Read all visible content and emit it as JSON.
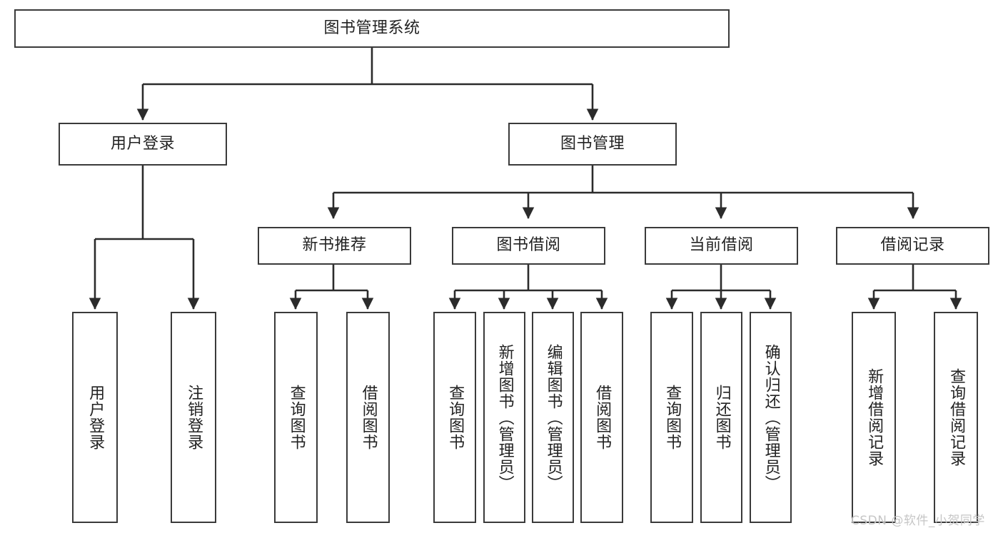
{
  "diagram": {
    "title": "图书管理系统",
    "type": "tree",
    "orientation": "top-down",
    "colors": {
      "background": "#ffffff",
      "box_border": "#3a3a3a",
      "box_fill": "#ffffff",
      "edge": "#2b2b2b",
      "text": "#222222",
      "watermark": "#c6c6c6"
    }
  },
  "nodes": {
    "root": {
      "label": "图书管理系统",
      "level": 0
    },
    "level1": [
      {
        "id": "user-login",
        "label": "用户登录"
      },
      {
        "id": "book-manage",
        "label": "图书管理"
      }
    ],
    "level2": [
      {
        "id": "new-book-recommend",
        "label": "新书推荐",
        "parent": "book-manage"
      },
      {
        "id": "book-borrow",
        "label": "图书借阅",
        "parent": "book-manage"
      },
      {
        "id": "current-borrow",
        "label": "当前借阅",
        "parent": "book-manage"
      },
      {
        "id": "borrow-record",
        "label": "借阅记录",
        "parent": "book-manage"
      }
    ],
    "leaves": [
      {
        "id": "leaf-user-login",
        "label": "用户登录",
        "parent": "user-login"
      },
      {
        "id": "leaf-logout-login",
        "label": "注销登录",
        "parent": "user-login"
      },
      {
        "id": "leaf-query-book-1",
        "label": "查询图书",
        "parent": "new-book-recommend"
      },
      {
        "id": "leaf-borrow-book-1",
        "label": "借阅图书",
        "parent": "new-book-recommend"
      },
      {
        "id": "leaf-query-book-2",
        "label": "查询图书",
        "parent": "book-borrow"
      },
      {
        "id": "leaf-add-book",
        "label": "新增图书（管理员）",
        "parent": "book-borrow"
      },
      {
        "id": "leaf-edit-book",
        "label": "编辑图书（管理员）",
        "parent": "book-borrow"
      },
      {
        "id": "leaf-borrow-book-2",
        "label": "借阅图书",
        "parent": "book-borrow"
      },
      {
        "id": "leaf-query-book-3",
        "label": "查询图书",
        "parent": "current-borrow"
      },
      {
        "id": "leaf-return-book",
        "label": "归还图书",
        "parent": "current-borrow"
      },
      {
        "id": "leaf-confirm-return",
        "label": "确认归还（管理员）",
        "parent": "current-borrow"
      },
      {
        "id": "leaf-add-record",
        "label": "新增借阅记录",
        "parent": "borrow-record"
      },
      {
        "id": "leaf-query-record",
        "label": "查询借阅记录",
        "parent": "borrow-record"
      }
    ]
  },
  "watermark": {
    "text": "CSDN @软件_小贺同学"
  }
}
